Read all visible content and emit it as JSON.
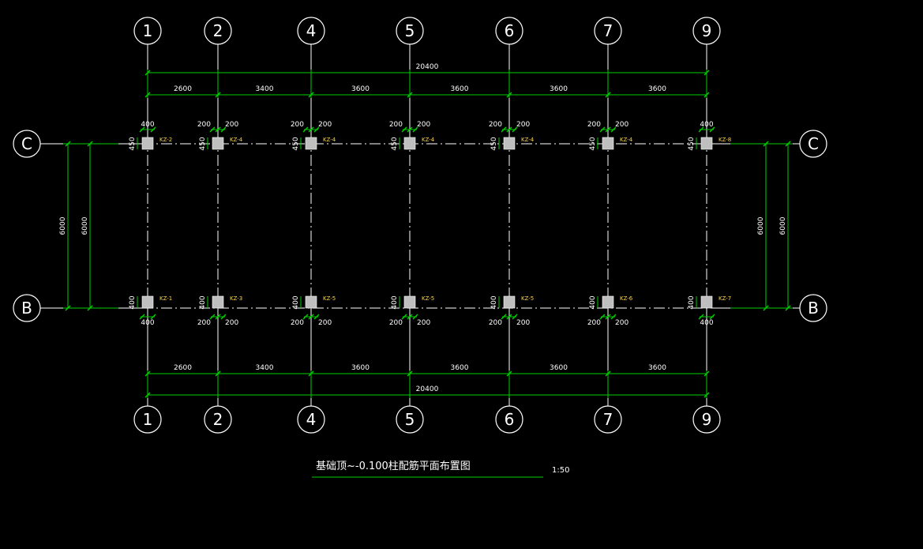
{
  "drawing": {
    "title": "基础顶~-0.100柱配筋平面布置图",
    "scale": "1:50"
  },
  "axes": {
    "vertical": [
      "1",
      "2",
      "4",
      "5",
      "6",
      "7",
      "9"
    ],
    "horizontal_top": "C",
    "horizontal_bottom": "B"
  },
  "dimensions": {
    "overall": "20400",
    "spans": [
      "2600",
      "3400",
      "3600",
      "3600",
      "3600",
      "3600"
    ],
    "row_spacing": "6000",
    "row_spacing_inner": "6000"
  },
  "columns_top": [
    {
      "tag": "KZ-2",
      "side_left": "400",
      "side_right": "",
      "height": "450"
    },
    {
      "tag": "KZ-4",
      "side_left": "200",
      "side_right": "200",
      "height": "450"
    },
    {
      "tag": "KZ-4",
      "side_left": "200",
      "side_right": "200",
      "height": "450"
    },
    {
      "tag": "KZ-4",
      "side_left": "200",
      "side_right": "200",
      "height": "450"
    },
    {
      "tag": "KZ-4",
      "side_left": "200",
      "side_right": "200",
      "height": "450"
    },
    {
      "tag": "KZ-4",
      "side_left": "200",
      "side_right": "200",
      "height": "450"
    },
    {
      "tag": "KZ-8",
      "side_left": "400",
      "side_right": "",
      "height": "450"
    }
  ],
  "columns_bottom": [
    {
      "tag": "KZ-1",
      "side_left": "400",
      "side_right": "",
      "height": "400"
    },
    {
      "tag": "KZ-3",
      "side_left": "200",
      "side_right": "200",
      "height": "400"
    },
    {
      "tag": "KZ-5",
      "side_left": "200",
      "side_right": "200",
      "height": "400"
    },
    {
      "tag": "KZ-5",
      "side_left": "200",
      "side_right": "200",
      "height": "400"
    },
    {
      "tag": "KZ-5",
      "side_left": "200",
      "side_right": "200",
      "height": "400"
    },
    {
      "tag": "KZ-6",
      "side_left": "200",
      "side_right": "200",
      "height": "400"
    },
    {
      "tag": "KZ-7",
      "side_left": "400",
      "side_right": "",
      "height": "400"
    }
  ],
  "colors": {
    "background": "#000000",
    "dimension": "#00d000",
    "tag": "#ffd54a",
    "line": "#ffffff",
    "column": "#bfbfbf"
  }
}
